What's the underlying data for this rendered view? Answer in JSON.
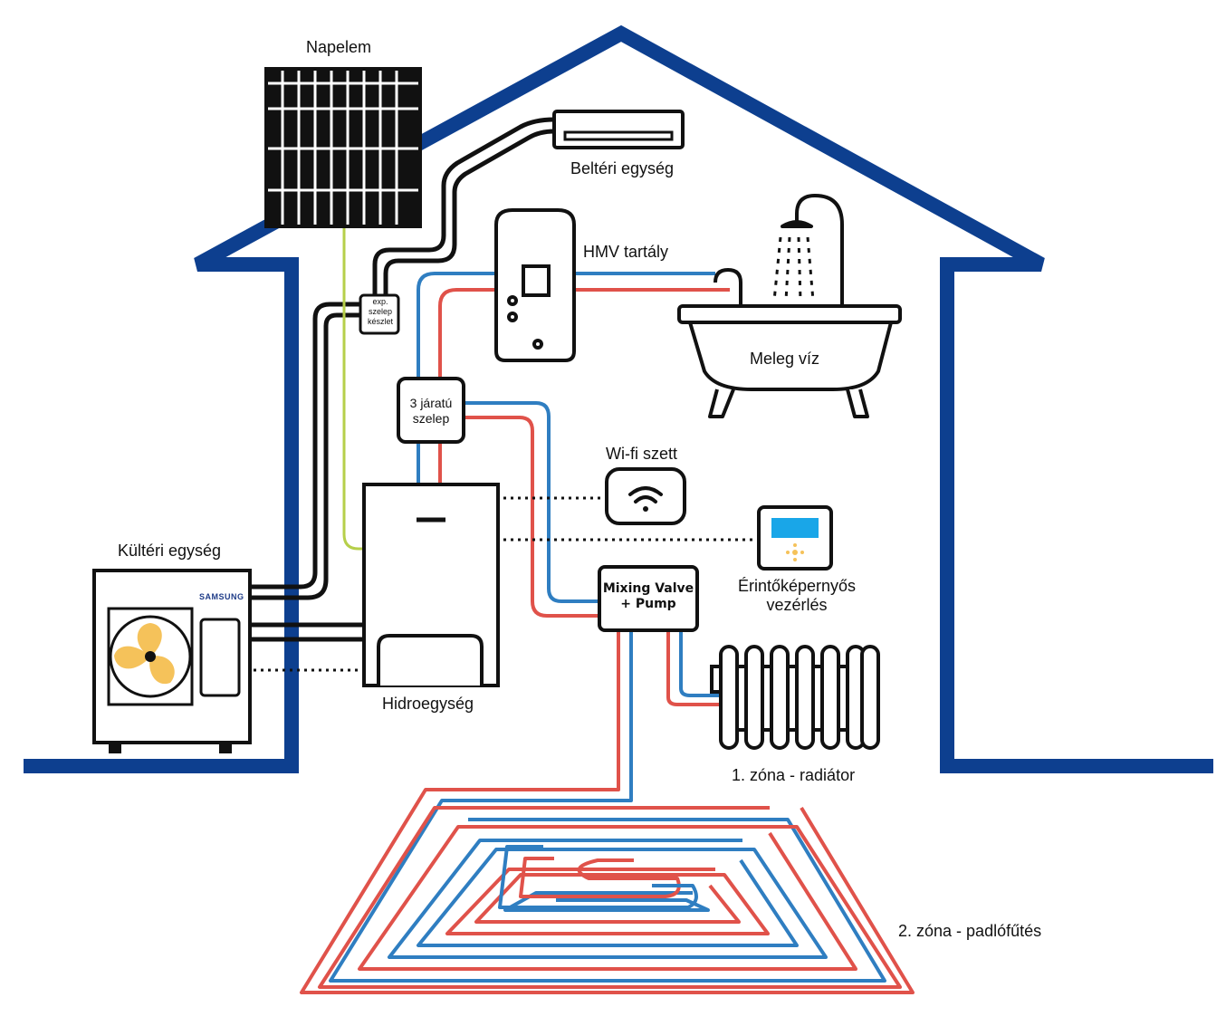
{
  "labels": {
    "solar_panel": "Napelem",
    "indoor_unit": "Beltéri egység",
    "dhw_tank": "HMV tartály",
    "hot_water": "Meleg víz",
    "exp_valve_line1": "exp.",
    "exp_valve_line2": "szelep",
    "exp_valve_line3": "készlet",
    "three_way_valve_line1": "3 járatú",
    "three_way_valve_line2": "szelep",
    "wifi_kit": "Wi-fi szett",
    "touch_controller_line1": "Érintőképernyős",
    "touch_controller_line2": "vezérlés",
    "outdoor_unit": "Kültéri egység",
    "hydro_unit": "Hidroegység",
    "mixing_valve_line1": "Mixing Valve",
    "mixing_valve_line2": "+ Pump",
    "zone1": "1. zóna - radiátor",
    "zone2": "2. zóna - padlófűtés",
    "brand": "SAMSUNG"
  },
  "colors": {
    "house": "#0d3f8f",
    "hot_pipe": "#e0524a",
    "cold_pipe": "#2f7ec1",
    "solar_cable": "#b6cf4a",
    "fan": "#f5c25a",
    "screen": "#19a6e8",
    "outline": "#111111"
  }
}
